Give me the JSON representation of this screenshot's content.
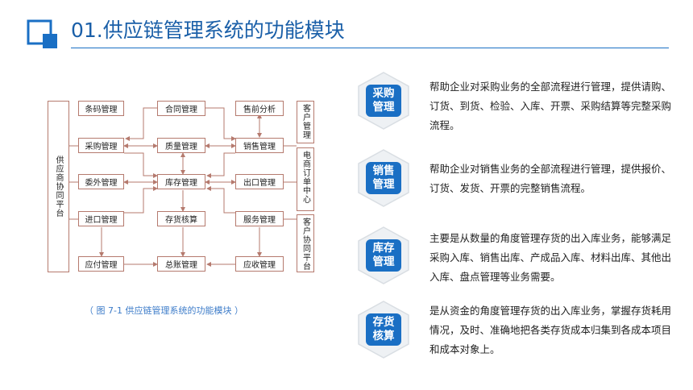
{
  "header": {
    "title": "01.供应链管理系统的功能模块"
  },
  "diagram": {
    "left_platform": "供应商协同平台",
    "right_platforms": [
      "客户管理",
      "电商订单中心",
      "客户协同平台"
    ],
    "modules": {
      "barcode": "条码管理",
      "contract": "合同管理",
      "presales": "售前分析",
      "purchase": "采购管理",
      "quality": "质量管理",
      "sales": "销售管理",
      "outsource": "委外管理",
      "inventory": "库存管理",
      "outbound_port": "出口管理",
      "import": "进口管理",
      "inventory_accounting": "存货核算",
      "service": "服务管理",
      "payable": "应付管理",
      "ledger": "总账管理",
      "receivable": "应收管理"
    },
    "caption": "（ 图 7-1  供应链管理系统的功能模块 ）"
  },
  "features": [
    {
      "label_line1": "采购",
      "label_line2": "管理",
      "text": "帮助企业对采购业务的全部流程进行管理，提供请购、订货、到货、检验、入库、开票、采购结算等完整采购流程。"
    },
    {
      "label_line1": "销售",
      "label_line2": "管理",
      "text": "帮助企业对销售业务的全部流程进行管理，提供报价、订货、发货、开票的完整销售流程。"
    },
    {
      "label_line1": "库存",
      "label_line2": "管理",
      "text": "主要是从数量的角度管理存货的出入库业务，能够满足采购入库、销售出库、产成品入库、材料出库、其他出入库、盘点管理等业务需要。"
    },
    {
      "label_line1": "存货",
      "label_line2": "核算",
      "text": "是从资金的角度管理存货的出入库业务，掌握存货耗用情况，及时、准确地把各类存货成本归集到各成本项目和成本对象上。"
    }
  ],
  "colors": {
    "accent": "#1a6fc4",
    "box_border": "#b57a6e",
    "caption": "#3d7cc9"
  }
}
